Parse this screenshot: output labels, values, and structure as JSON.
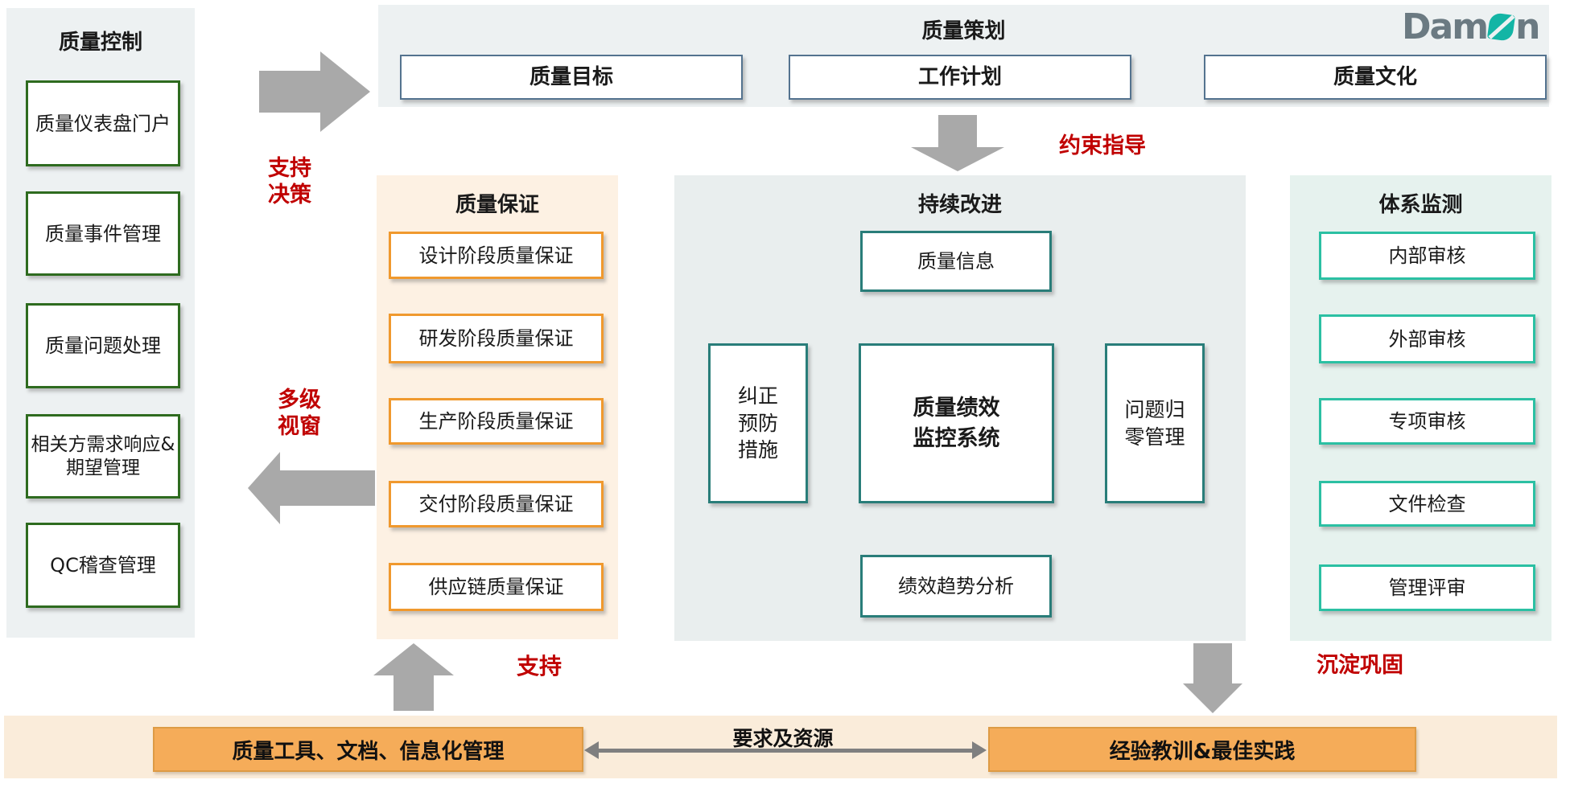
{
  "logo": {
    "text_left": "Dam",
    "text_right": "n",
    "o_glyph": "stylized-teal-o"
  },
  "panels": {
    "quality_control": {
      "title": "质量控制",
      "items": [
        "质量仪表盘门户",
        "质量事件管理",
        "质量问题处理",
        "相关方需求响应&期望管理",
        "QC稽查管理"
      ]
    },
    "quality_planning": {
      "title": "质量策划",
      "items": [
        "质量目标",
        "工作计划",
        "质量文化"
      ]
    },
    "quality_assurance": {
      "title": "质量保证",
      "items": [
        "设计阶段质量保证",
        "研发阶段质量保证",
        "生产阶段质量保证",
        "交付阶段质量保证",
        "供应链质量保证"
      ]
    },
    "continuous_improvement": {
      "title": "持续改进",
      "top_box": "质量信息",
      "left_box": "纠正预防措施",
      "center_box": "质量绩效监控系统",
      "right_box": "问题归零管理",
      "bottom_box": "绩效趋势分析"
    },
    "system_monitoring": {
      "title": "体系监测",
      "items": [
        "内部审核",
        "外部审核",
        "专项审核",
        "文件检查",
        "管理评审"
      ]
    }
  },
  "flow_labels": {
    "support_decision": "支持决策",
    "constraint_guidance": "约束指导",
    "multi_level_window": "多级视窗",
    "support": "支持",
    "consolidate": "沉淀巩固",
    "requirements_resources": "要求及资源"
  },
  "bottom": {
    "left_box": "质量工具、文档、信息化管理",
    "right_box": "经验教训&最佳实践"
  },
  "colors": {
    "panel_gray": "#edf1f2",
    "panel_peach": "#fdf1e3",
    "panel_teal_gray": "#e9eeee",
    "panel_mint": "#e6f2ee",
    "bottom_strip": "#faecda",
    "green_border": "#2e6b1f",
    "slate_border": "#54738f",
    "orange_border": "#f0992e",
    "teal_border": "#297d79",
    "mint_border": "#2bc0a3",
    "orange_fill": "#f5ac59",
    "red_label": "#c00000",
    "arrow_gray": "#a9a9a9",
    "logo_gray": "#6b7a82",
    "logo_teal": "#13b5a5"
  }
}
